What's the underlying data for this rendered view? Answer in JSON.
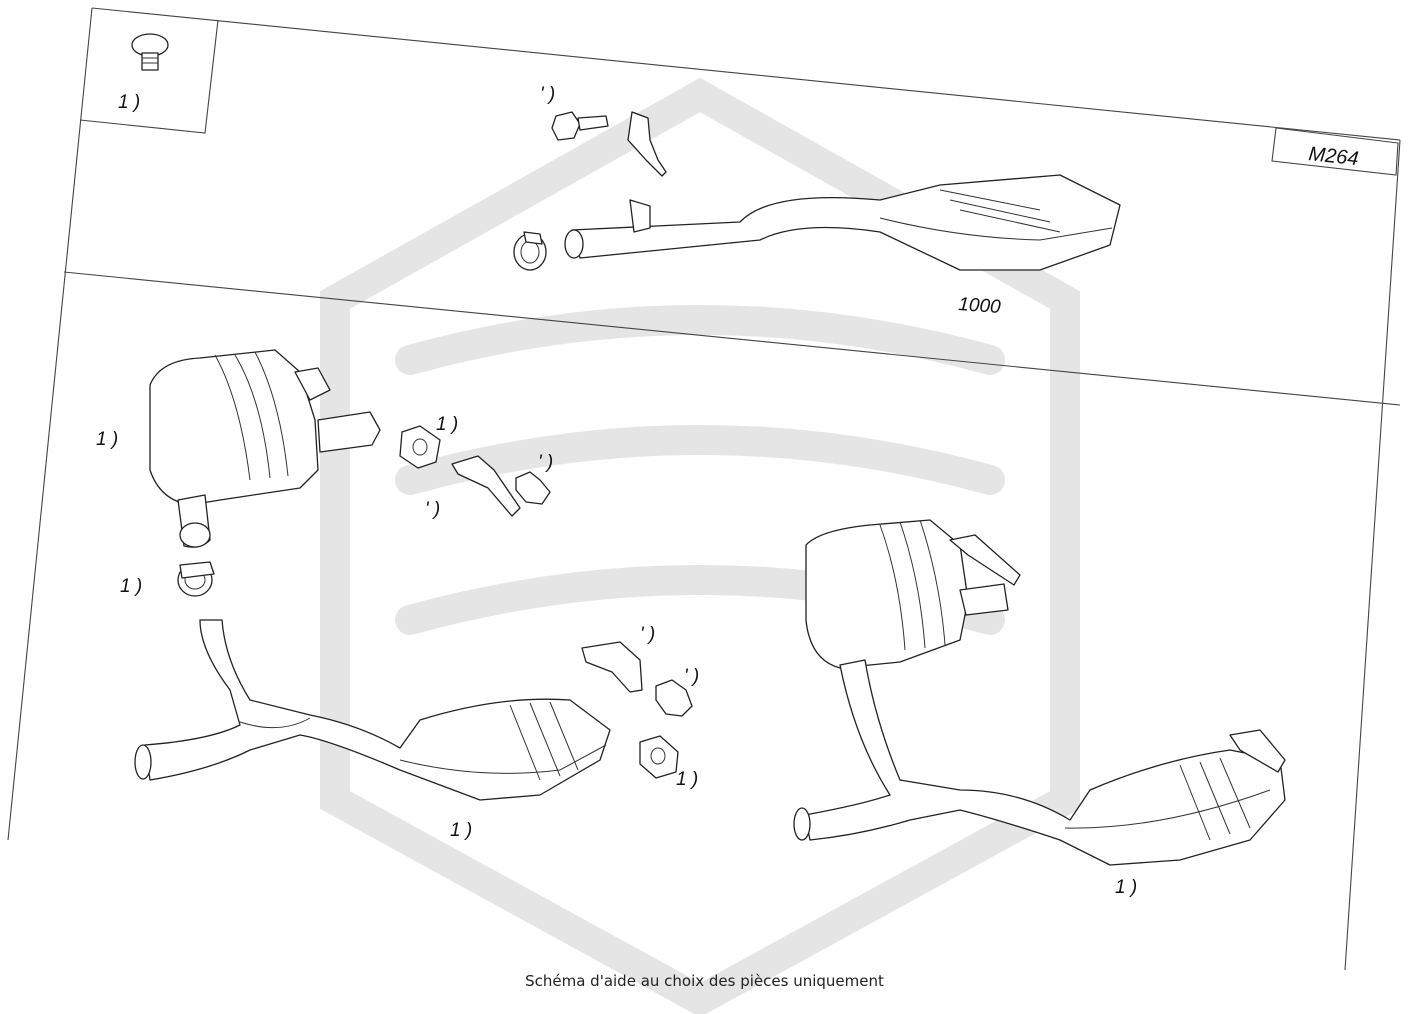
{
  "diagram": {
    "engine_code": "M264",
    "part_number": "1000",
    "callouts": {
      "screw_box": "1  )",
      "top_bolt": "'  )",
      "rear_muffler_left": "1  )",
      "clamp_left": "1  )",
      "hanger_upper": "1  )",
      "bracket_upper": "'  )",
      "bolt_upper": "'  )",
      "bracket_lower": "'  )",
      "bolt_lower": "'  )",
      "hanger_lower": "1  )",
      "front_pipe_left": "1  )",
      "system_right": "1  )"
    }
  },
  "caption": "Schéma d'aide au choix des pièces uniquement"
}
